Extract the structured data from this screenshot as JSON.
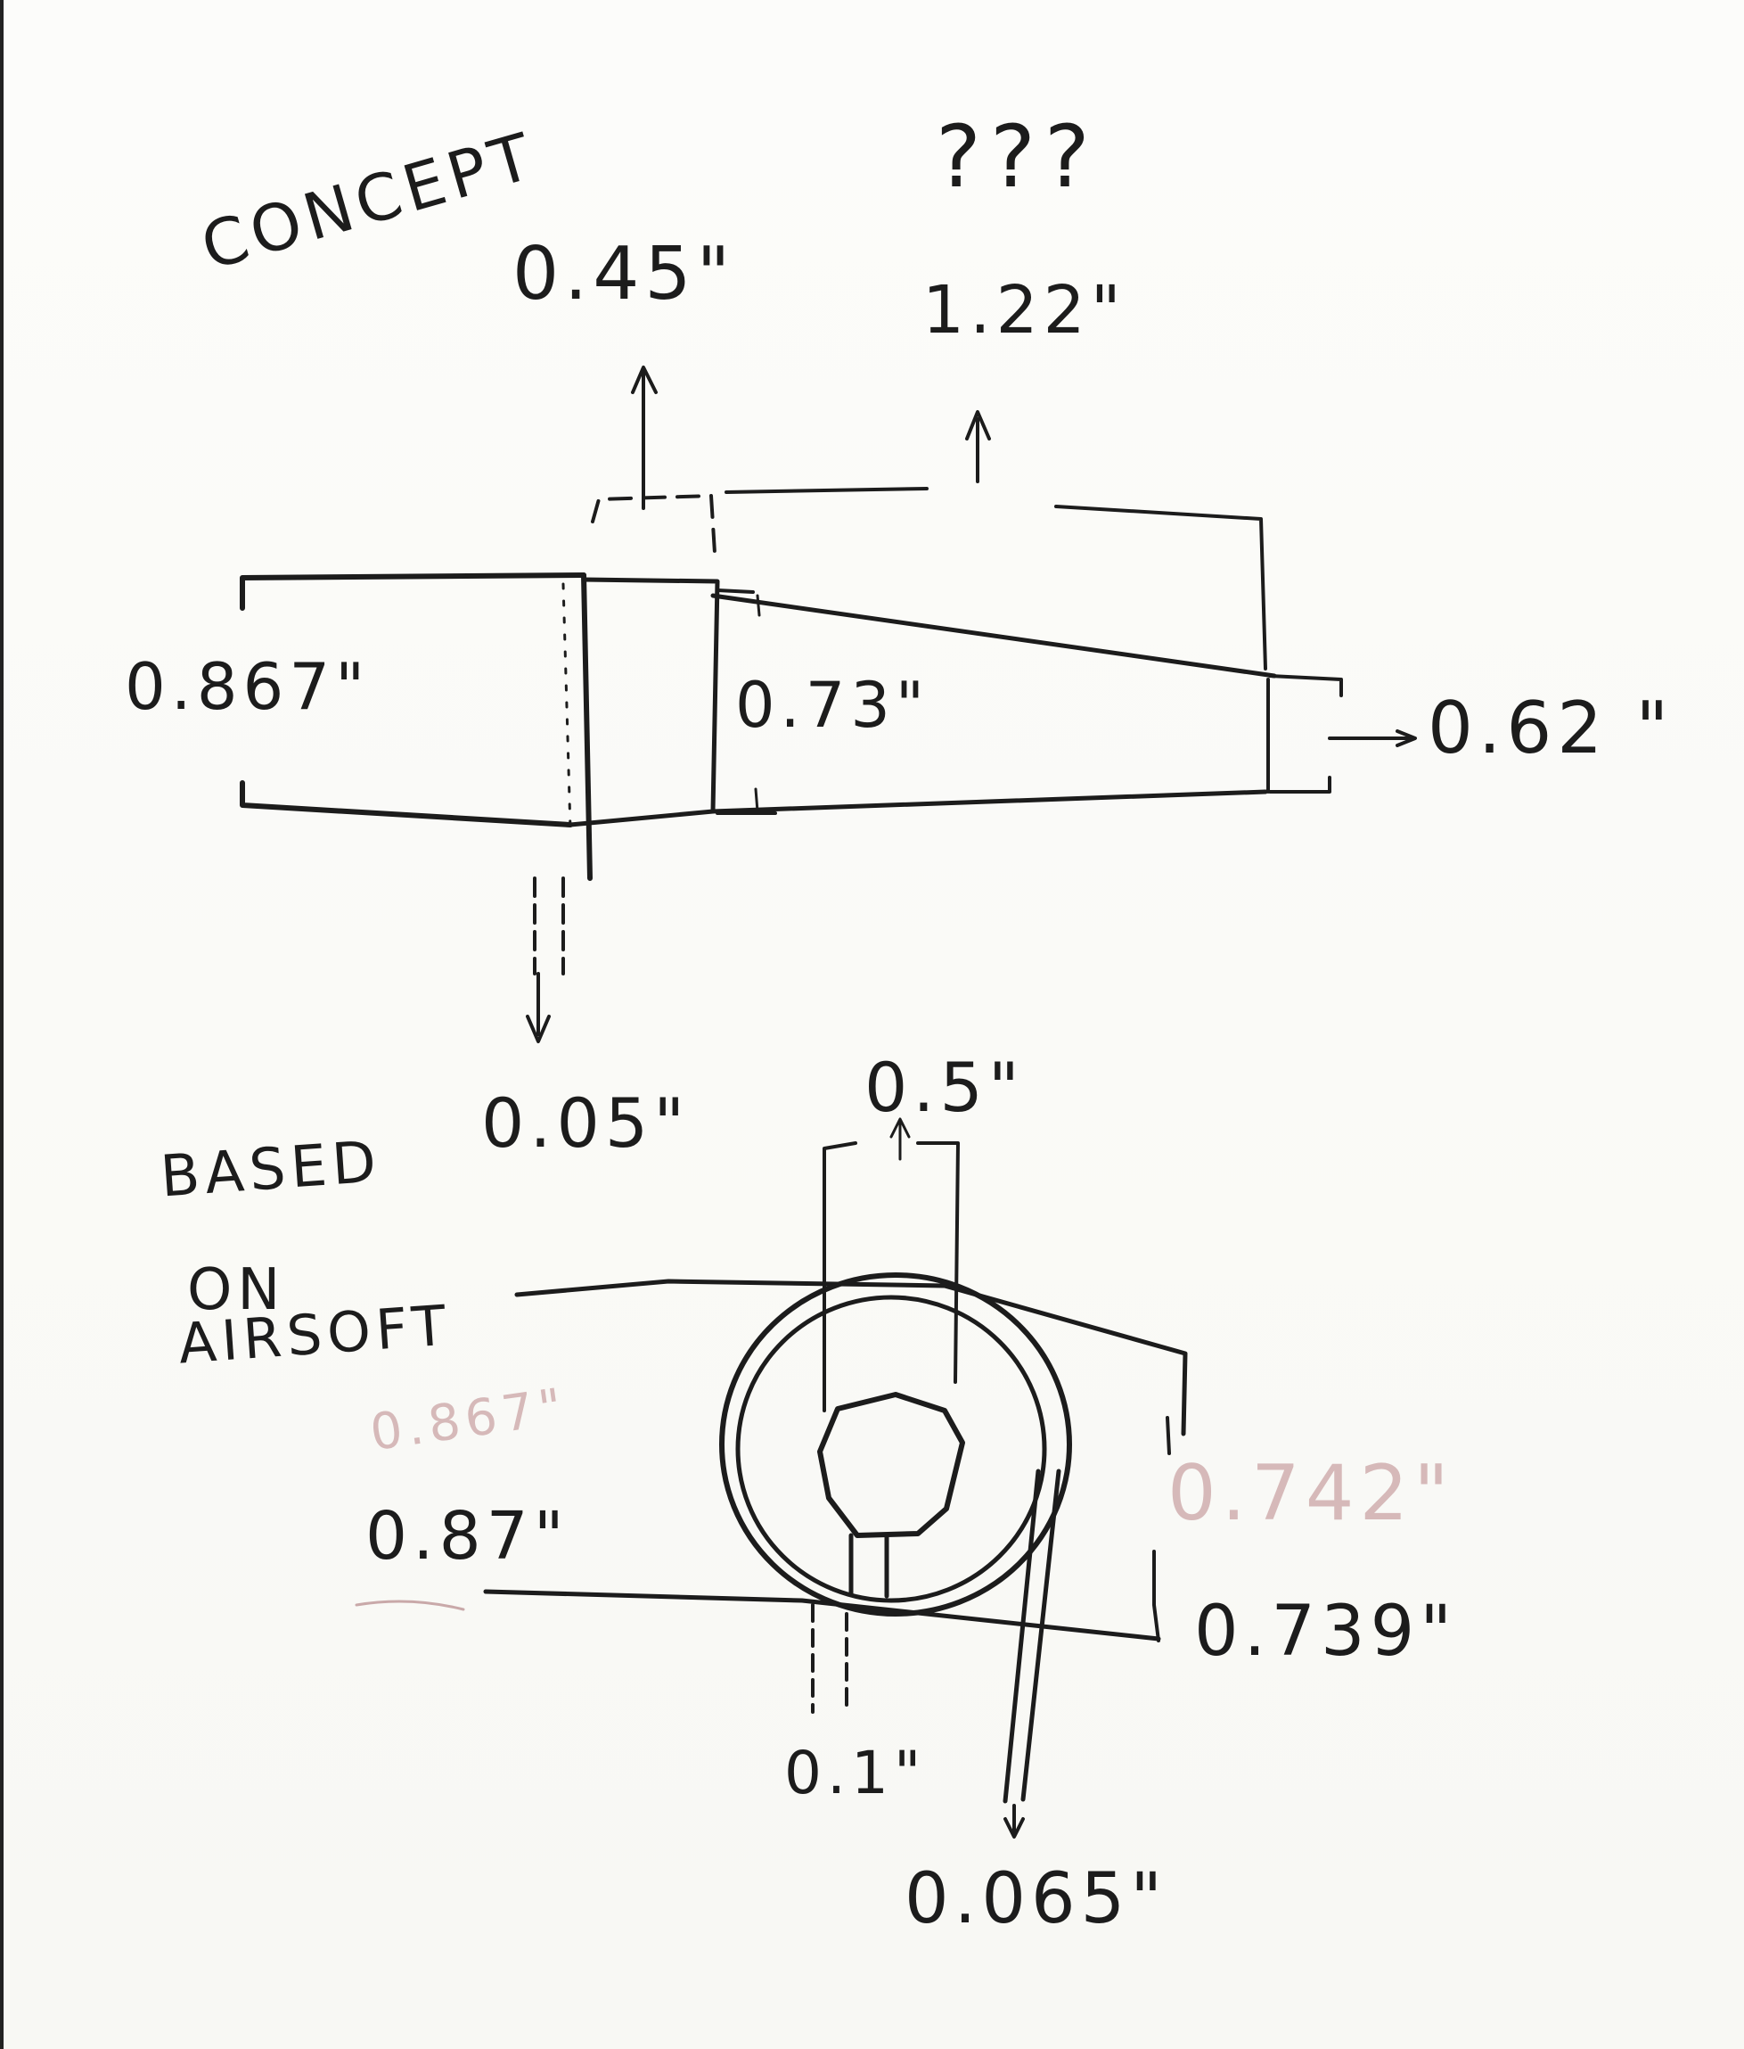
{
  "labels": {
    "concept": "CONCEPT",
    "question": "???",
    "top_len": "0.45\"",
    "taper_len": "1.22\"",
    "outer_dia": "0.867\"",
    "mid_dia": "0.73\"",
    "tip_dia": "0.62 \"",
    "gap": "0.05\"",
    "based_on_1": "BASED",
    "based_on_2": "ON",
    "based_on_3": "AIRSOFT",
    "hole_width": "0.5\"",
    "left_dia_faint": "0.867\"",
    "left_dia": "0.87\"",
    "right_dia_faint": "0.742\"",
    "right_dia": "0.739\"",
    "slot_width": "0.1\"",
    "wall": "0.065\""
  }
}
